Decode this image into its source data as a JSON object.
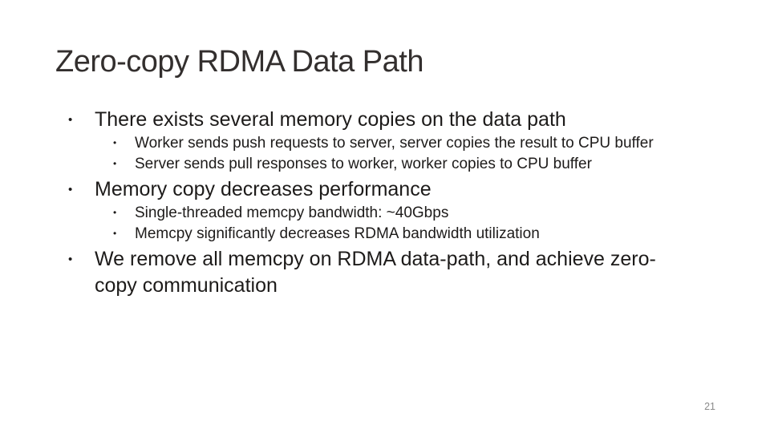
{
  "slide": {
    "title": "Zero-copy RDMA Data Path",
    "bullet_char": "•",
    "page_number": "21",
    "colors": {
      "background": "#ffffff",
      "title_text": "#332f2e",
      "body_text": "#1d1b1a",
      "page_number_text": "#8a8a8a"
    },
    "bullets": [
      {
        "text": "There exists several memory copies on the data path",
        "subs": [
          "Worker sends push requests to server, server copies the result to CPU buffer",
          "Server sends pull responses to worker, worker copies to CPU buffer"
        ]
      },
      {
        "text": "Memory copy decreases performance",
        "subs": [
          "Single-threaded memcpy bandwidth: ~40Gbps",
          "Memcpy significantly decreases RDMA bandwidth utilization"
        ]
      },
      {
        "text": "We remove all memcpy on RDMA data-path, and achieve zero-copy communication",
        "subs": []
      }
    ]
  }
}
